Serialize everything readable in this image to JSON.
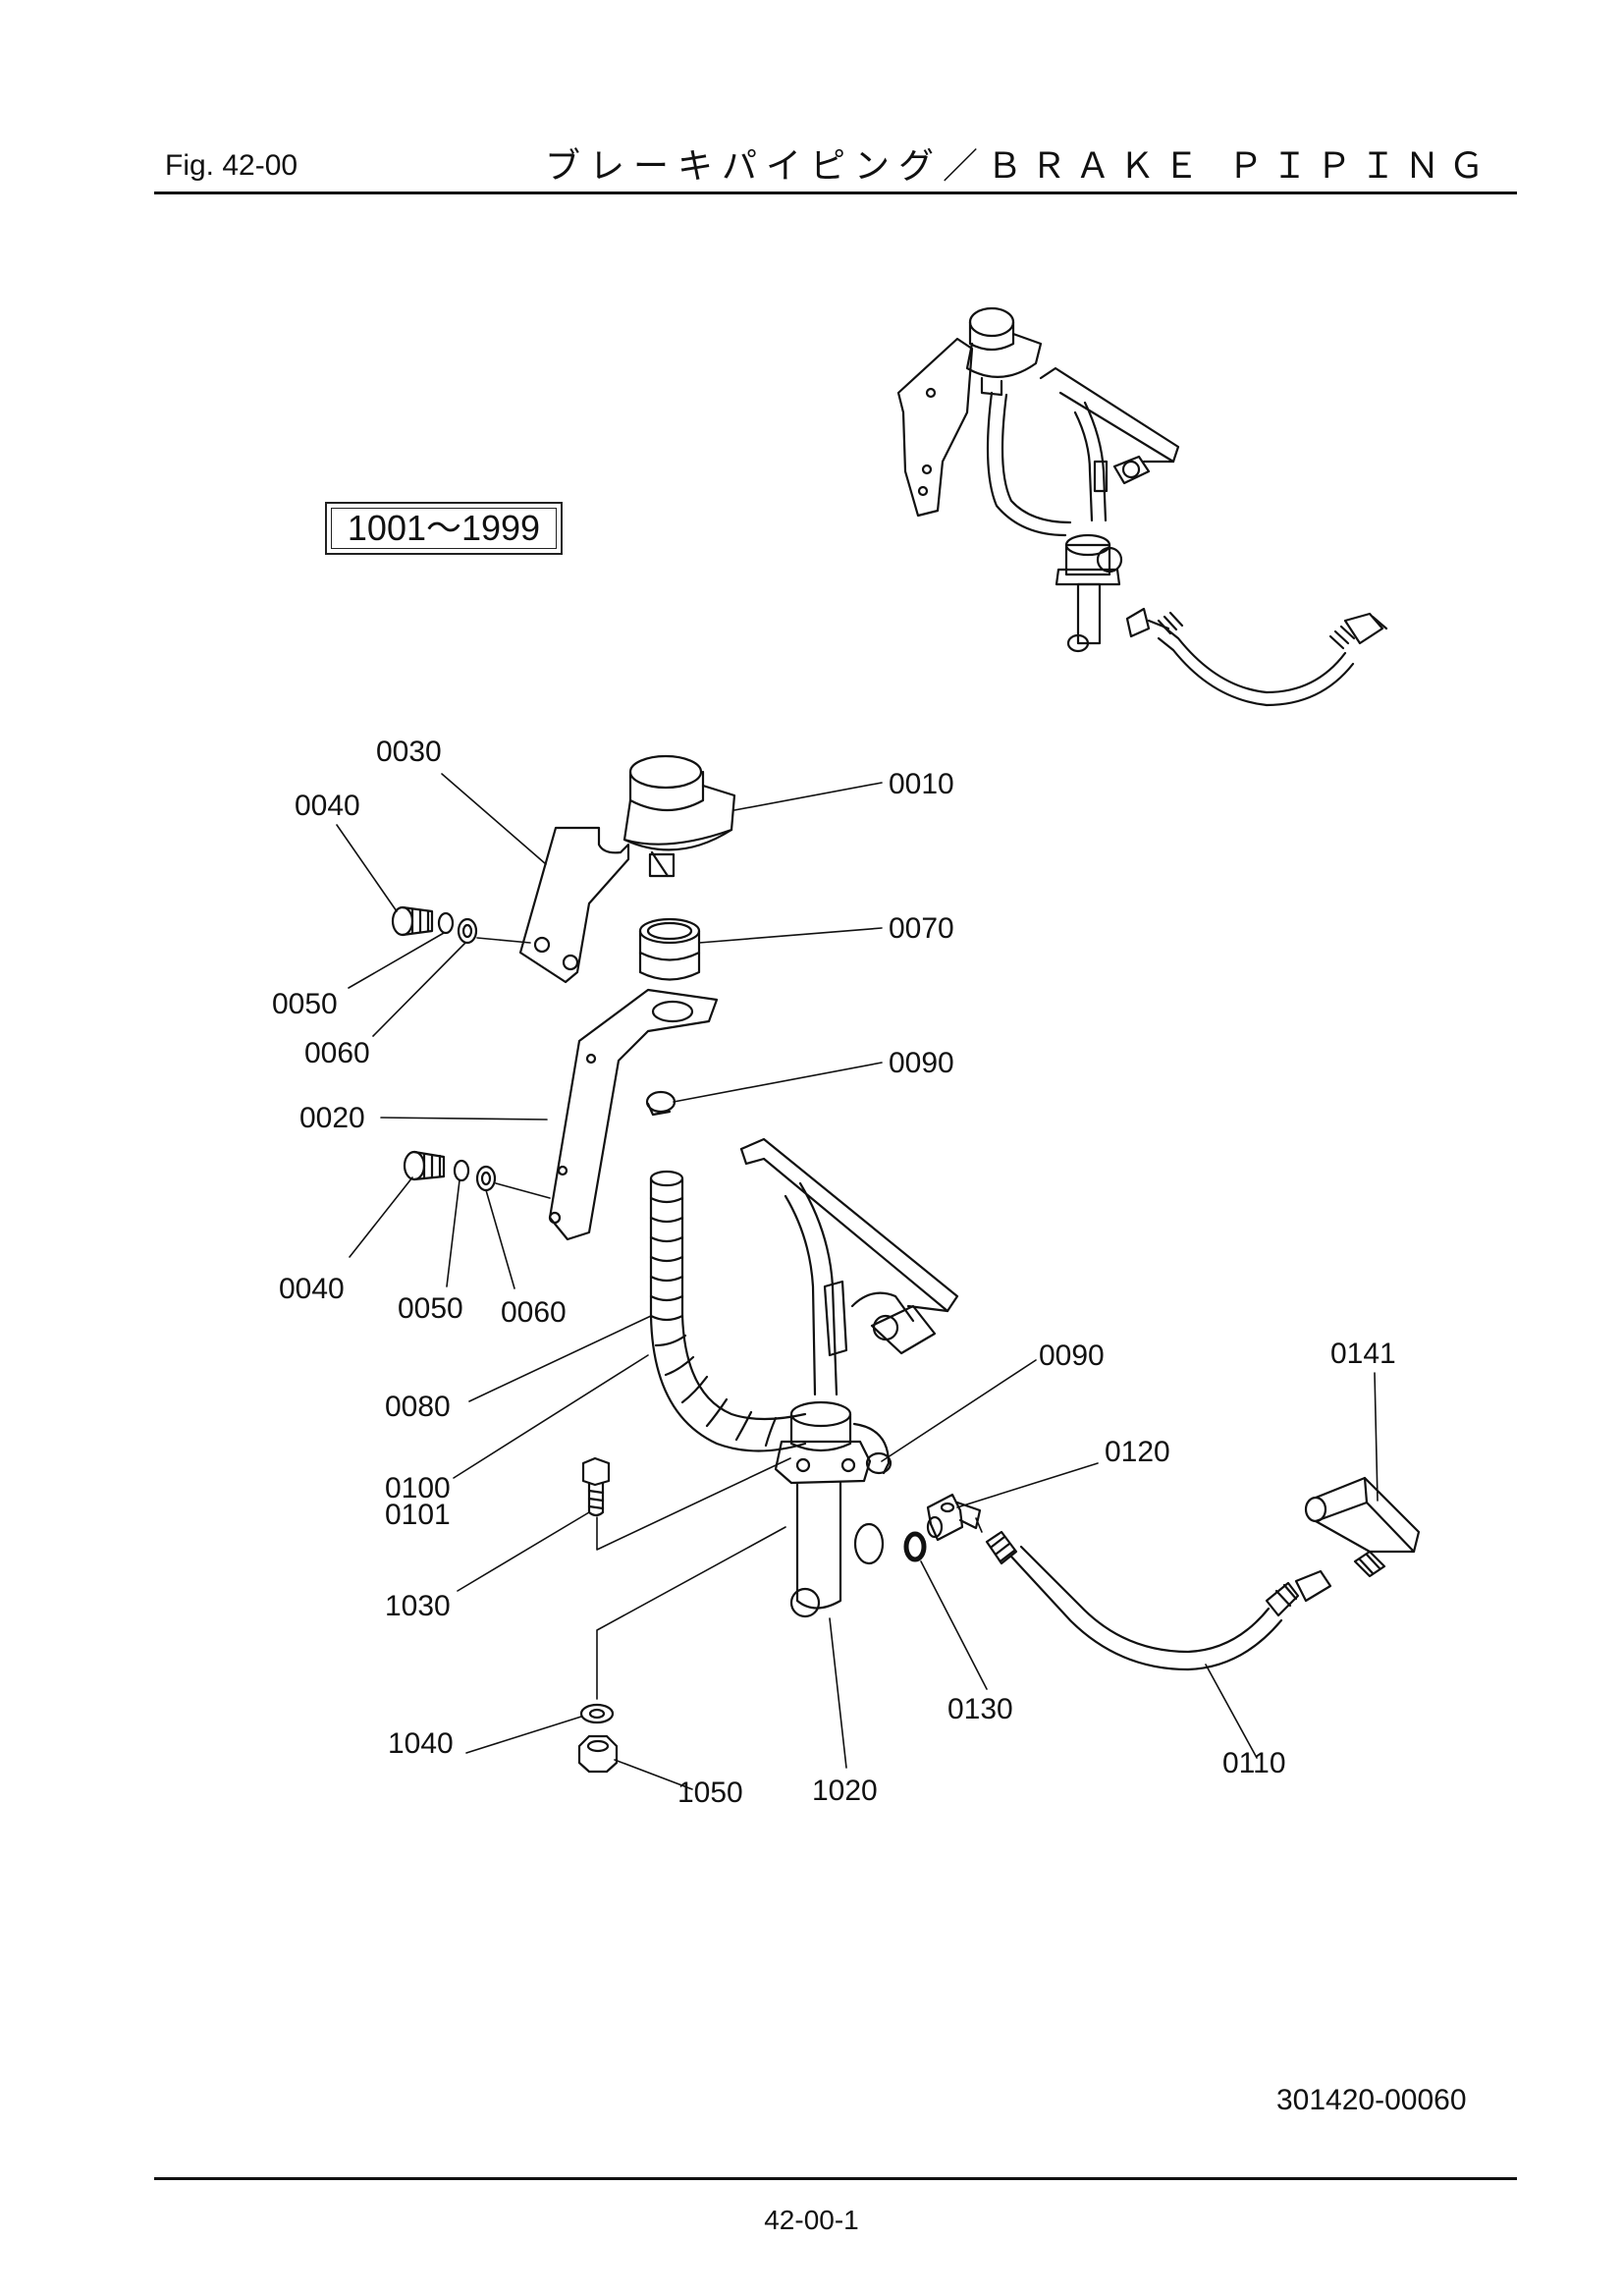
{
  "header": {
    "fig_label": "Fig.  42-00",
    "title": "ブレーキパイピング／ＢＲＡＫＥ ＰＩＰＩＮＧ"
  },
  "serial_range": "1001～1999",
  "part_numbers": {
    "p0010": "0010",
    "p0020": "0020",
    "p0030": "0030",
    "p0040a": "0040",
    "p0040b": "0040",
    "p0050a": "0050",
    "p0050b": "0050",
    "p0060a": "0060",
    "p0060b": "0060",
    "p0070": "0070",
    "p0080": "0080",
    "p0090a": "0090",
    "p0090b": "0090",
    "p0100": "0100",
    "p0101": "0101",
    "p0110": "0110",
    "p0120": "0120",
    "p0130": "0130",
    "p0141": "0141",
    "p1020": "1020",
    "p1030": "1030",
    "p1040": "1040",
    "p1050": "1050"
  },
  "footer": {
    "drawing_id": "301420-00060",
    "page_number": "42-00-1"
  }
}
